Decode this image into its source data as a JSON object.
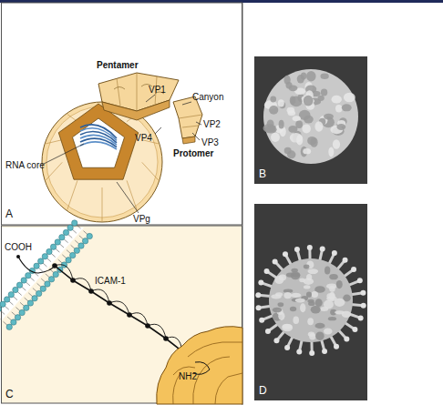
{
  "diagram": {
    "labels": [
      "Pentamer",
      "VP1",
      "Canyon",
      "VP2",
      "VP3",
      "Protomer",
      "VP4",
      "RNA core",
      "VPg",
      "A",
      "B",
      "D",
      "COOH",
      "ICAM-1",
      "NH2",
      "C"
    ]
  }
}
